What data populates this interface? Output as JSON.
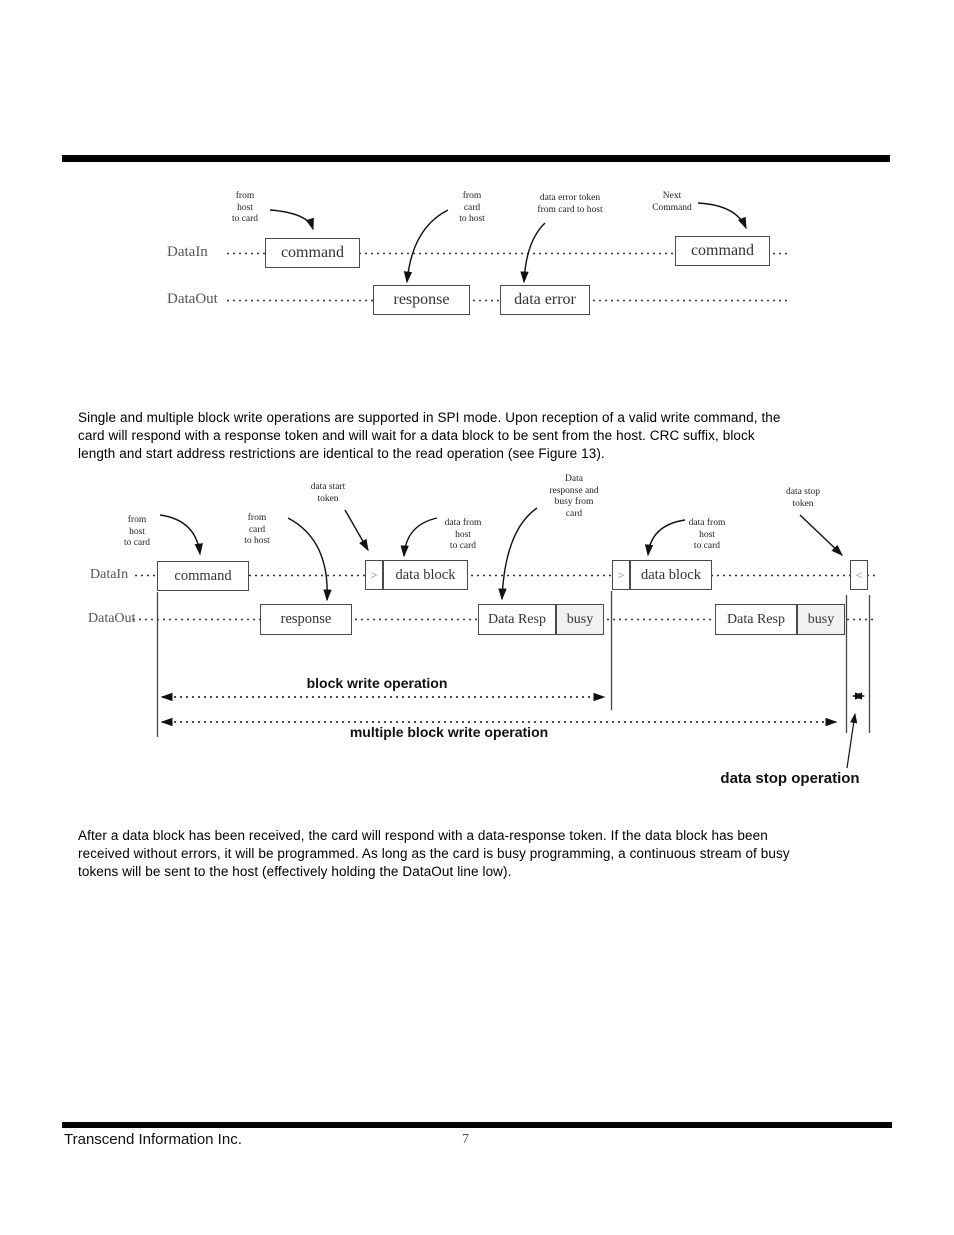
{
  "paragraph1": "Single and multiple block write operations are supported in SPI mode. Upon reception of a valid write command, the\ncard will respond with a response token and will wait for a data block to be sent from the host. CRC suffix, block\nlength and start address restrictions are identical to the read operation (see Figure 13).",
  "paragraph2": "After a data block has been received, the card will respond with a data-response token. If the data block has been\nreceived without errors, it will be programmed. As long as the card is busy programming, a continuous stream of busy\ntokens will be sent to the host (effectively holding the DataOut line low).",
  "figure1": {
    "lanes": {
      "in": "DataIn",
      "out": "DataOut"
    },
    "boxes": {
      "command1": "command",
      "response": "response",
      "data_error": "data error",
      "command2": "command"
    },
    "annotations": {
      "from_host": "from\nhost\nto card",
      "from_card": "from\ncard\nto host",
      "data_error_token": "data error token\nfrom card to host",
      "next_command": "Next\nCommand"
    }
  },
  "figure2": {
    "lanes": {
      "in": "DataIn",
      "out": "DataOut"
    },
    "boxes": {
      "command": "command",
      "start_token1": ">",
      "data_block1": "data block",
      "start_token2": ">",
      "data_block2": "data block",
      "stop_token": "<",
      "response": "response",
      "data_resp1": "Data Resp",
      "busy1": "busy",
      "data_resp2": "Data Resp",
      "busy2": "busy"
    },
    "annotations": {
      "from_host": "from\nhost\nto card",
      "from_card": "from\ncard\nto host",
      "data_start_token": "data start\ntoken",
      "data_from_host1": "data from\nhost\nto card",
      "data_response_busy": "Data\nresponse and\nbusy from\ncard",
      "data_from_host2": "data from\nhost\nto card",
      "data_stop_token": "data stop\ntoken"
    },
    "spans": {
      "block_write": "block write operation",
      "multiple_block_write": "multiple block write operation",
      "data_stop": "data stop operation"
    }
  },
  "footer": {
    "company": "Transcend Information Inc.",
    "page_number": "7"
  }
}
